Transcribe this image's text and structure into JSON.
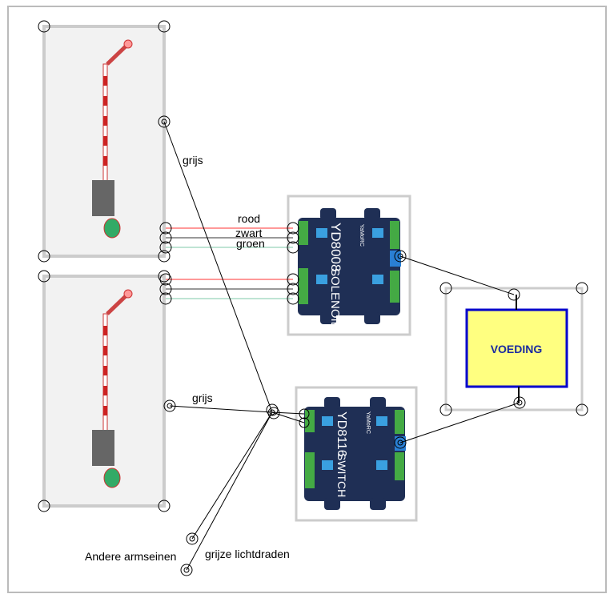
{
  "labels": {
    "grijs_top": "grijs",
    "grijs_bottom": "grijs",
    "rood": "rood",
    "zwart": "zwart",
    "groen": "groen",
    "andere": "Andere armseinen",
    "lichtdraden": "grijze lichtdraden",
    "voeding": "VOEDING"
  },
  "devices": {
    "solenoid": {
      "model": "YD8008",
      "type": "SOLENOID",
      "brand": "YaMoRC"
    },
    "switch": {
      "model": "YD8116",
      "type": "SWITCH",
      "brand": "YaMoRC"
    }
  },
  "colors": {
    "red_wire": "#ff3333",
    "black_wire": "#333333",
    "green_wire": "#7fc8a9",
    "voeding_fill": "#ffff80",
    "voeding_border": "#0000cc",
    "board": "#1f2f55"
  }
}
